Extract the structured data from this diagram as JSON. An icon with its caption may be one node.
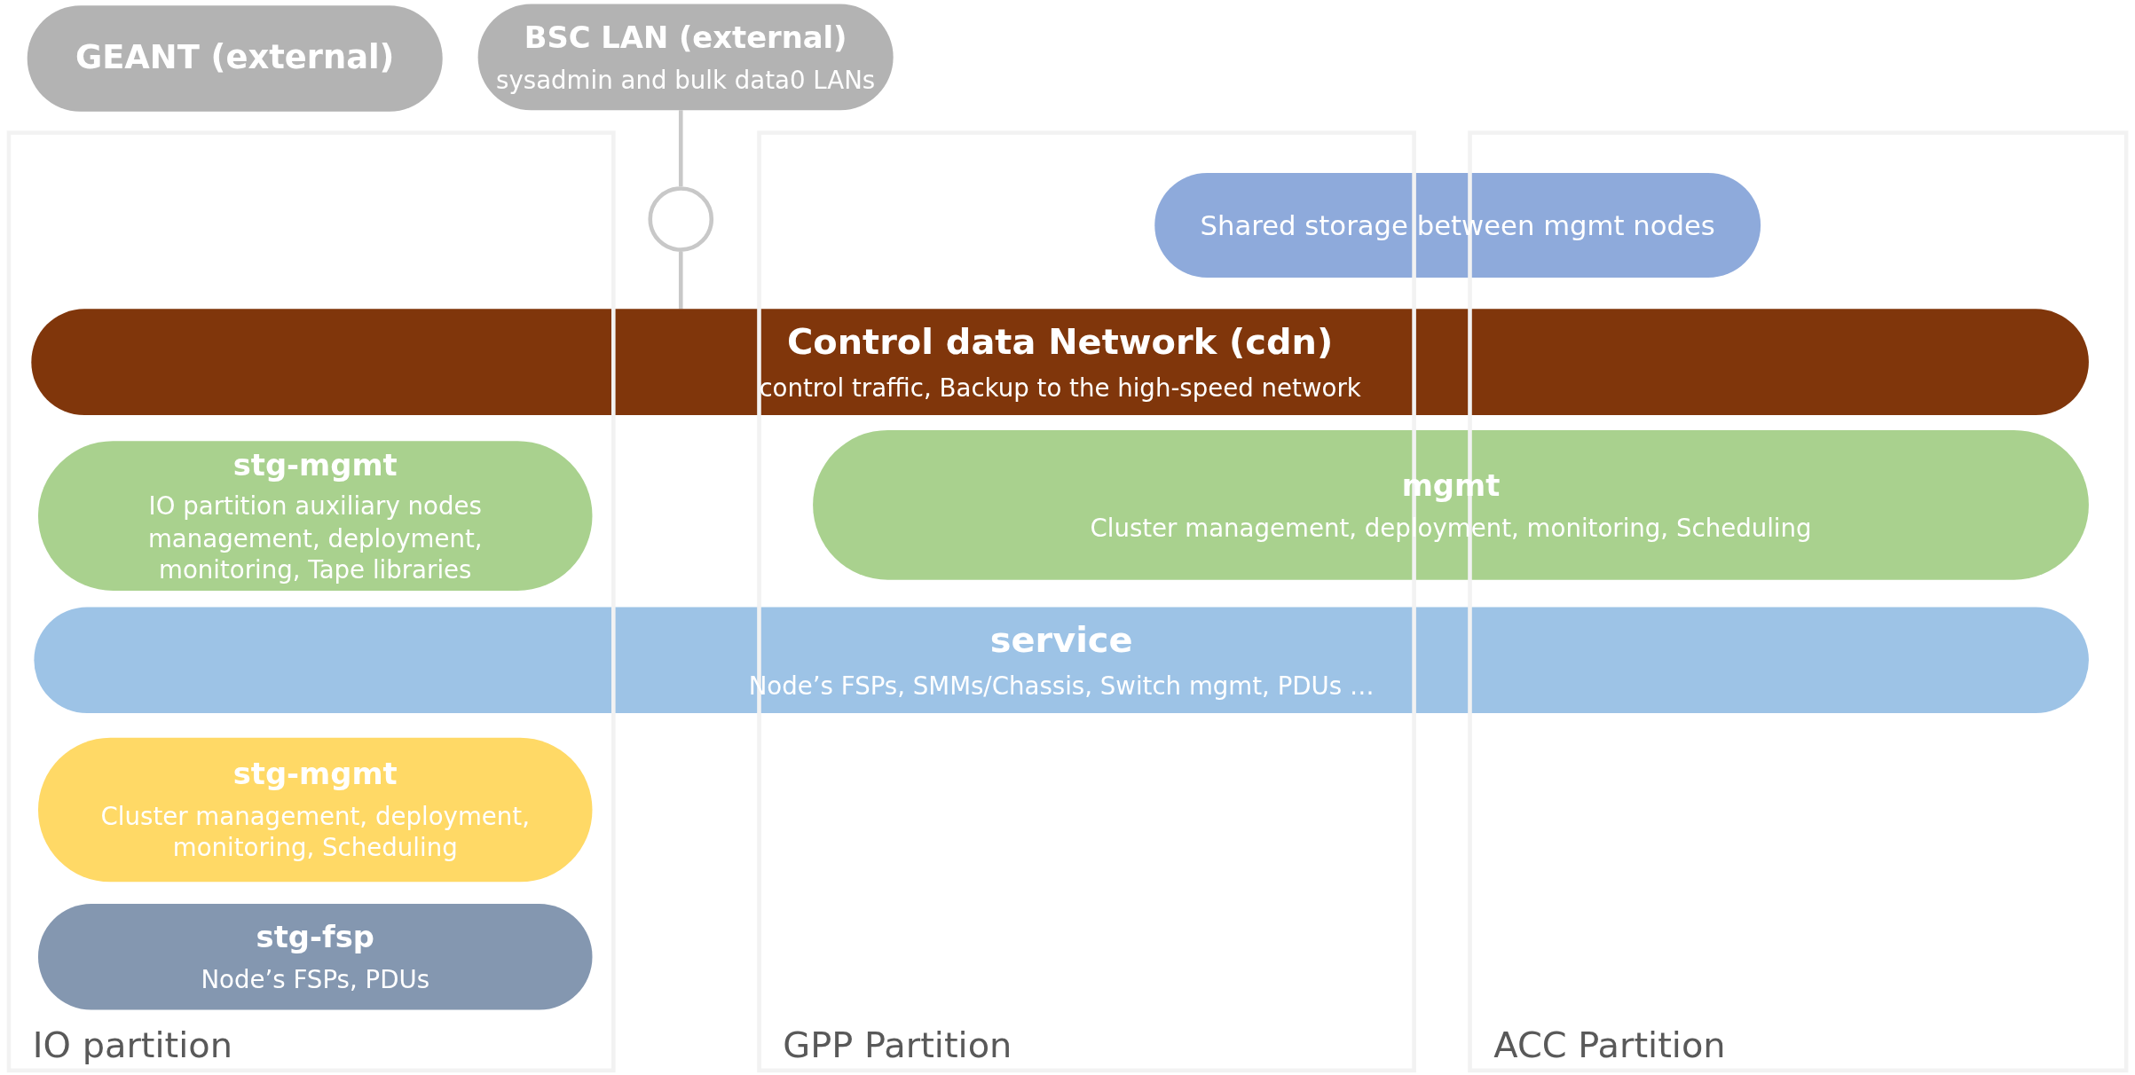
{
  "diagram": {
    "nodes": [
      {
        "text": [
          "GEANT (external)"
        ]
      },
      {
        "text": [
          "BSC LAN (external)",
          "sysadmin and bulk data0 LANs"
        ]
      },
      {
        "text": [],
        "shape": "circle"
      },
      {
        "text": [
          "IO partition"
        ]
      },
      {
        "text": [
          "GPP Partition"
        ]
      },
      {
        "text": [
          "ACC Partition"
        ]
      },
      {
        "text": [
          "Shared storage between mgmt nodes"
        ]
      },
      {
        "text": [
          "Control data Network (cdn)",
          "control traffic, Backup to the high-speed network"
        ]
      },
      {
        "text": [
          "stg-mgmt",
          "IO partition auxiliary nodes management, deployment, monitoring, Tape libraries"
        ],
        "in": 3
      },
      {
        "text": [
          "mgmt",
          "Cluster management, deployment, monitoring, Scheduling"
        ]
      },
      {
        "text": [
          "service",
          "Node’s FSPs, SMMs/Chassis, Switch mgmt, PDUs …"
        ]
      },
      {
        "text": [
          "stg-mgmt",
          "Cluster management, deployment, monitoring, Scheduling"
        ],
        "in": 3
      },
      {
        "text": [
          "stg-fsp",
          "Node’s FSPs, PDUs"
        ],
        "in": 3
      }
    ],
    "edges": [
      {
        "from": 1,
        "to": 2,
        "arrow": "none"
      },
      {
        "from": 2,
        "to": 7,
        "arrow": "none"
      }
    ]
  }
}
